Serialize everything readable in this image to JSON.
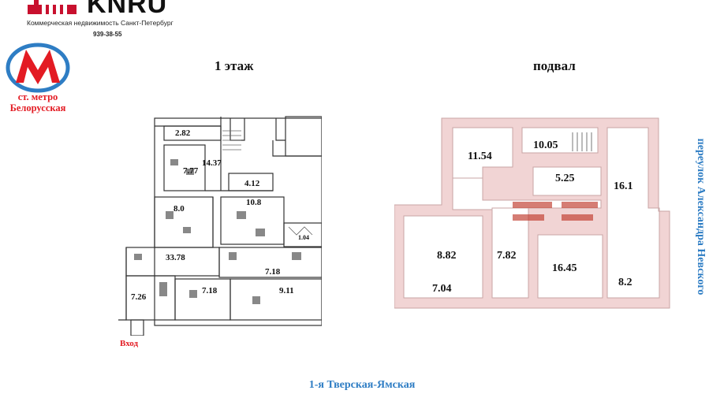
{
  "brand": {
    "name": "KNRU",
    "tagline": "Коммерческая недвижимость Санкт-Петербург",
    "phone": "939-38-55"
  },
  "metro": {
    "icon": "metro-m-icon",
    "label": "ст. метро Белорусская",
    "color": "#e31b23"
  },
  "floor_plans": {
    "first_floor": {
      "title": "1 этаж",
      "rooms": [
        "2.82",
        "7.77",
        "14.37",
        "4.12",
        "8.0",
        "10.8",
        "1.04",
        "33.78",
        "7.18",
        "7.26",
        "7.18",
        "9.11"
      ],
      "entrance_label": "Вход"
    },
    "basement": {
      "title": "подвал",
      "rooms": [
        "11.54",
        "10.05",
        "5.25",
        "16.1",
        "8.82",
        "7.82",
        "16.45",
        "8.2",
        "7.04"
      ],
      "wall_color": "#f1d4d4"
    }
  },
  "streets": {
    "side": "переулок Александра Невского",
    "bottom": "1-я Тверская-Ямская",
    "color": "#2e7dc4"
  }
}
